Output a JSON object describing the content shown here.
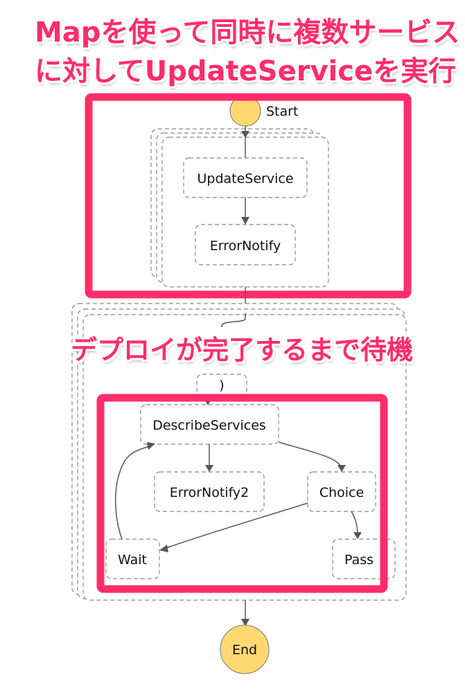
{
  "annotations": {
    "map_caption_line1": "Mapを使って同時に複数サービス",
    "map_caption_line2": "に対してUpdateServiceを実行",
    "wait_caption": "デプロイが完了するまで待機"
  },
  "diagram": {
    "start_label": "Start",
    "end_label": "End",
    "map1_nodes": {
      "update_service": "UpdateService",
      "error_notify": "ErrorNotify"
    },
    "map2_nodes": {
      "hidden_node": ")",
      "describe_services": "DescribeServices",
      "error_notify2": "ErrorNotify2",
      "choice": "Choice",
      "wait": "Wait",
      "pass": "Pass"
    }
  },
  "colors": {
    "highlight": "#ff2d6a",
    "terminal_fill": "#ffd872",
    "edge": "#555555",
    "dashed_border": "#888888"
  }
}
